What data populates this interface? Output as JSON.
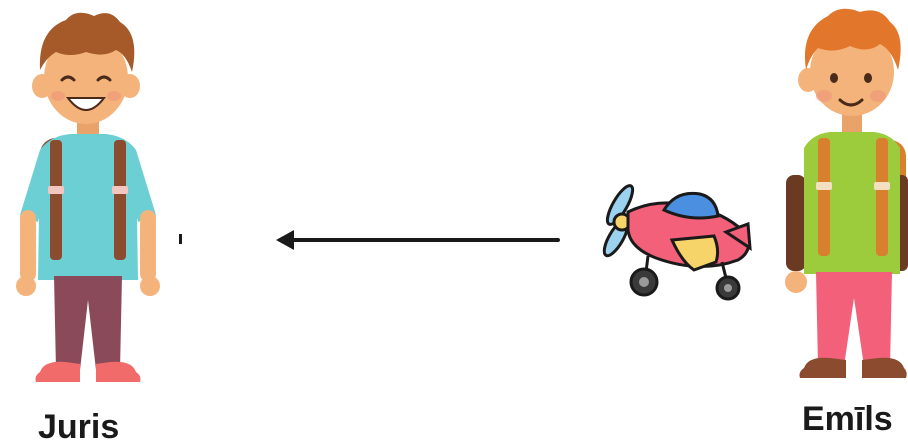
{
  "people": {
    "left": {
      "name": "Juris",
      "colors": {
        "hair": "#a65a2a",
        "skin": "#f3b37a",
        "shirt": "#6ccfd4",
        "pants": "#8a4a5a",
        "shoes": "#f26b6b",
        "backpack": "#8a4b2e"
      }
    },
    "right": {
      "name": "Emīls",
      "colors": {
        "hair": "#e2762a",
        "skin": "#f3b37a",
        "shirt": "#9ccc3c",
        "sleeves": "#6b3a22",
        "pants": "#f2607a",
        "shoes": "#8a4b2e",
        "backpack": "#d9802e"
      }
    }
  },
  "arrow": {
    "direction": "right-to-left",
    "color": "#1a1a1a"
  },
  "toy": {
    "icon": "toy-airplane-icon",
    "colors": {
      "body": "#f2607a",
      "cockpit": "#4a8fe0",
      "wing": "#f7d46a",
      "propeller": "#9ad2f0",
      "wheels": "#3a3a3a"
    }
  }
}
